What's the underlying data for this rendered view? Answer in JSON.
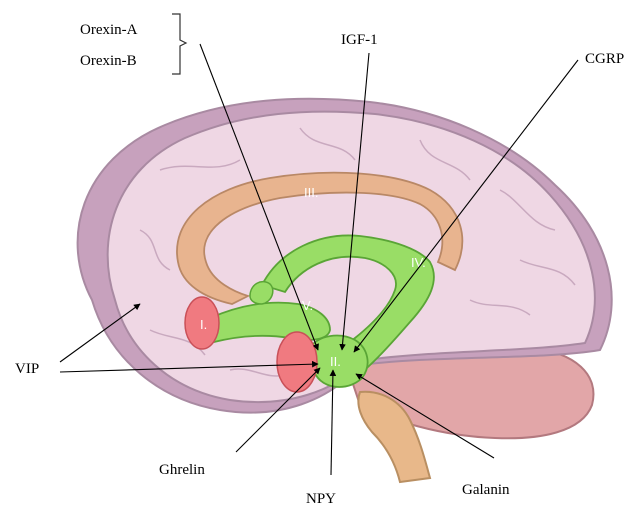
{
  "labels": {
    "orexin_a": "Orexin-A",
    "orexin_b": "Orexin-B",
    "igf1": "IGF-1",
    "cgrp": "CGRP",
    "vip": "VIP",
    "ghrelin": "Ghrelin",
    "npy": "NPY",
    "galanin": "Galanin"
  },
  "regions": {
    "r1": "I.",
    "r2": "II.",
    "r3": "III.",
    "r4": "IV.",
    "r5": "V."
  },
  "colors": {
    "cortex": "#efd7e4",
    "cortex_outline": "#a98aa2",
    "cortex_rim": "#c7a1bd",
    "corpus_callosum": "#e8b48f",
    "limbic_green": "#99dd66",
    "red_nucleus": "#f07a80",
    "cerebellum": "#e2a6a8",
    "brainstem": "#e8b88a"
  }
}
